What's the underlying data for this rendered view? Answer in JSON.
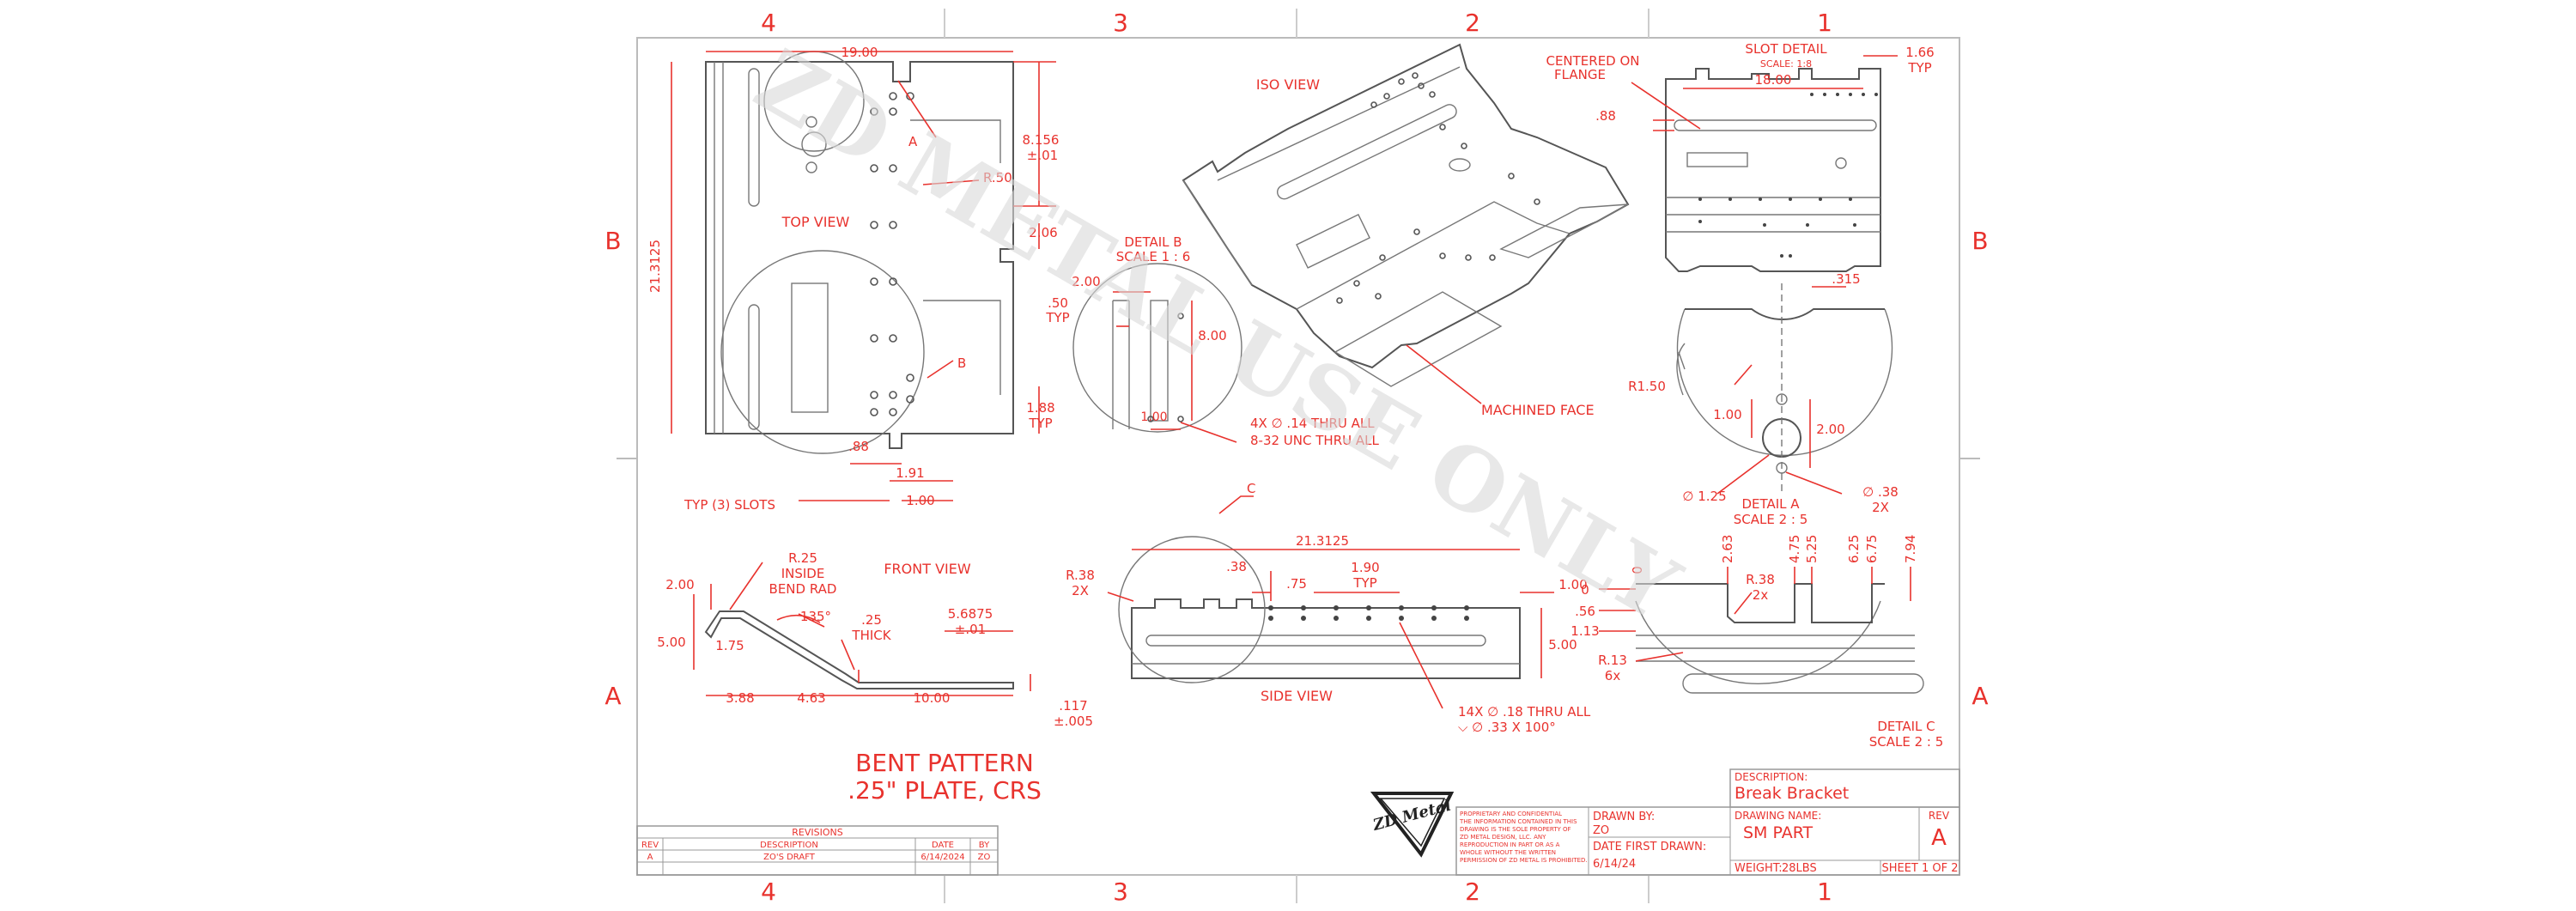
{
  "zones": {
    "columns": [
      "4",
      "3",
      "2",
      "1"
    ],
    "rows": [
      "B",
      "A"
    ]
  },
  "watermark": "ZD METAL USE ONLY",
  "views": {
    "top": {
      "label": "TOP VIEW",
      "dims": [
        "19.00",
        "21.3125",
        "8.156",
        "±.01",
        "2.06",
        "R.50",
        "1.88",
        "TYP",
        ".88",
        "1.91",
        "1.00",
        "TYP (3) SLOTS"
      ],
      "callouts": [
        "A",
        "B"
      ]
    },
    "detail_b": {
      "title": "DETAIL B",
      "scale": "SCALE 1 : 6",
      "dims": [
        "2.00",
        ".50",
        "TYP",
        "8.00",
        "1.00"
      ],
      "notes": [
        "4X ∅ .14 THRU ALL",
        "8-32 UNC THRU ALL"
      ]
    },
    "iso": {
      "label": "ISO VIEW",
      "note": "MACHINED FACE"
    },
    "slot_detail": {
      "title": "SLOT DETAIL",
      "scale": "SCALE: 1:8",
      "centered_note": "CENTERED ON FLANGE",
      "dims": [
        "18.00",
        "1.66",
        "TYP",
        ".88"
      ]
    },
    "detail_a": {
      "title": "DETAIL A",
      "scale": "SCALE 2 : 5",
      "dims": [
        ".315",
        "R1.50",
        "1.00",
        "2.00",
        "∅ 1.25",
        "∅ .38",
        "2X"
      ]
    },
    "front": {
      "label": "FRONT VIEW",
      "dims": [
        "R.25",
        "INSIDE",
        "BEND RAD",
        "2.00",
        "135°",
        ".25",
        "THICK",
        "5.6875",
        "±.01",
        "5.00",
        "1.75",
        "3.88",
        "4.63",
        "10.00",
        ".117",
        "±.005"
      ]
    },
    "side": {
      "label": "SIDE VIEW",
      "callout": "C",
      "dims": [
        "21.3125",
        "R.38",
        "2X",
        ".38",
        ".75",
        "1.90",
        "TYP",
        "1.00",
        "5.00"
      ],
      "notes": [
        "14X ∅ .18 THRU ALL",
        "⌵ ∅ .33 X 100°"
      ]
    },
    "detail_c": {
      "title": "DETAIL C",
      "scale": "SCALE 2 : 5",
      "dims": [
        "0",
        ".56",
        "1.13",
        "R.38",
        "2x",
        "R.13",
        "6x",
        "2.63",
        "4.75",
        "5.25",
        "6.25",
        "6.75",
        "7.94"
      ],
      "top_zero": "0"
    }
  },
  "bent_pattern": {
    "line1": "BENT PATTERN",
    "line2": ".25\" PLATE, CRS"
  },
  "revisions": {
    "title": "REVISIONS",
    "headers": [
      "REV",
      "DESCRIPTION",
      "DATE",
      "BY"
    ],
    "rows": [
      {
        "rev": "A",
        "description": "ZO'S DRAFT",
        "date": "6/14/2024",
        "by": "ZO"
      }
    ]
  },
  "logo_text": "ZD Metal",
  "proprietary": [
    "PROPRIETARY AND CONFIDENTIAL",
    "THE INFORMATION CONTAINED IN THIS",
    "DRAWING IS THE SOLE PROPERTY OF",
    "ZD METAL DESIGN, LLC. ANY",
    "REPRODUCTION IN PART OR AS A",
    "WHOLE WITHOUT THE WRITTEN",
    "PERMISSION OF ZD METAL IS PROHIBITED."
  ],
  "title_block": {
    "drawn_by_label": "DRAWN BY:",
    "drawn_by": "ZO",
    "date_first_drawn_label": "DATE FIRST DRAWN:",
    "date_first_drawn": "6/14/24",
    "description_label": "DESCRIPTION:",
    "description": "Break Bracket",
    "drawing_name_label": "DRAWING NAME:",
    "drawing_name": "SM PART",
    "rev_label": "REV",
    "rev": "A",
    "weight_label": "WEIGHT:",
    "weight": "28LBS",
    "sheet": "SHEET 1 OF 2"
  },
  "colors": {
    "annotation": "#e8322d",
    "geometry": "#555555",
    "border": "#999999"
  }
}
